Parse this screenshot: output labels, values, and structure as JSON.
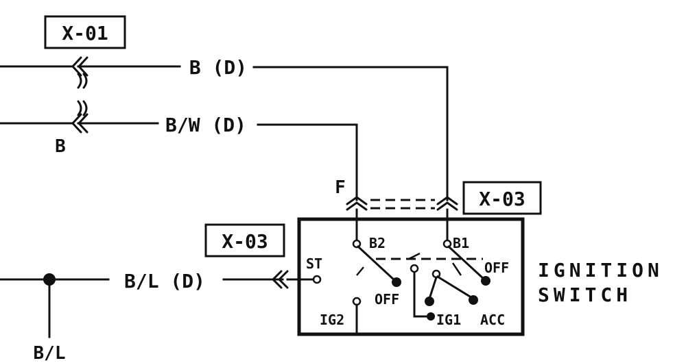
{
  "connectors": {
    "x01": "X-01",
    "x03_top": "X-03",
    "x03_left": "X-03"
  },
  "wires": {
    "b_d": "B (D)",
    "bw_d": "B/W (D)",
    "bl_d": "B/L (D)",
    "b": "B",
    "bl": "B/L",
    "f": "F"
  },
  "switch": {
    "title_line1": "IGNITION",
    "title_line2": "SWITCH",
    "terminals": {
      "st": "ST",
      "b2": "B2",
      "b1": "B1",
      "off_left": "OFF",
      "off_right": "OFF",
      "ig2": "IG2",
      "ig1": "IG1",
      "acc": "ACC"
    }
  }
}
